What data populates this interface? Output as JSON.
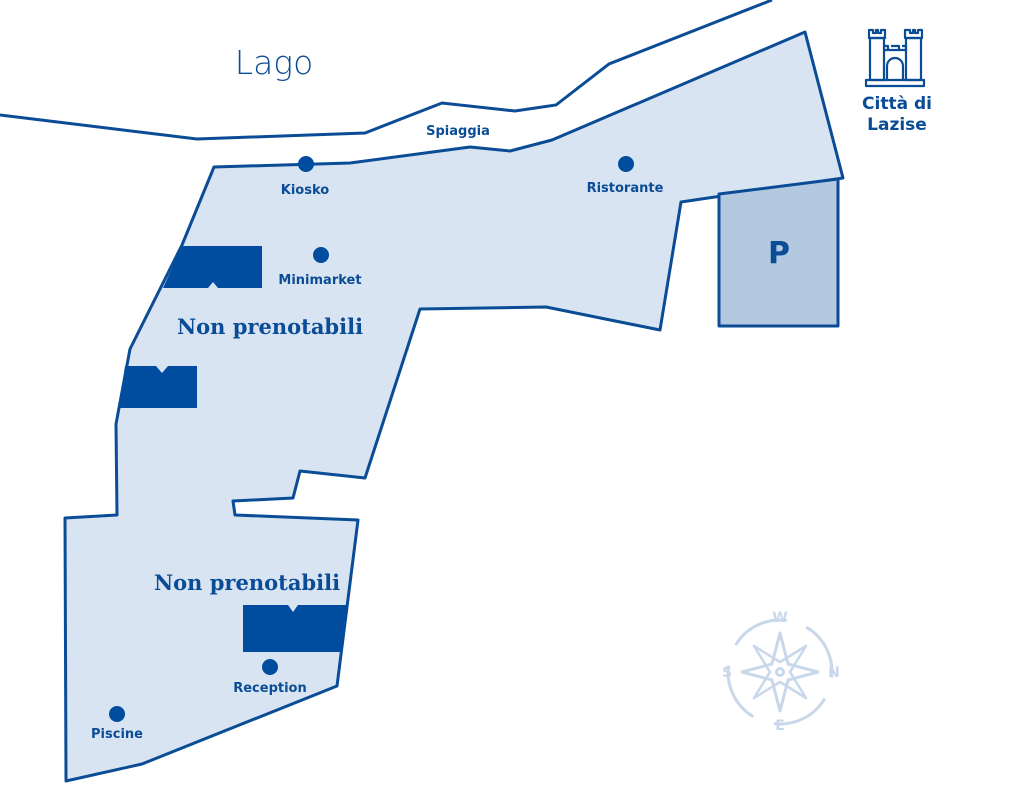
{
  "colors": {
    "accent": "#0b4c96",
    "area_fill": "#d8e4f1",
    "parking_fill": "#b3c9e0",
    "compass": "#c8d8ea"
  },
  "labels": {
    "lake": "Lago",
    "beach": "Spiaggia",
    "kiosk": "Kiosko",
    "restaurant": "Ristorante",
    "minimarket": "Minimarket",
    "non_bookable_1": "Non prenotabili",
    "non_bookable_2": "Non prenotabili",
    "reception": "Reception",
    "pools": "Piscine",
    "parking": "P",
    "city_line1": "Città di",
    "city_line2": "Lazise"
  },
  "compass": {
    "top": "W",
    "right": "N",
    "bottom": "E",
    "left": "S"
  },
  "icons": [
    "castle-icon",
    "compass-rose-icon",
    "point-marker-icon"
  ]
}
